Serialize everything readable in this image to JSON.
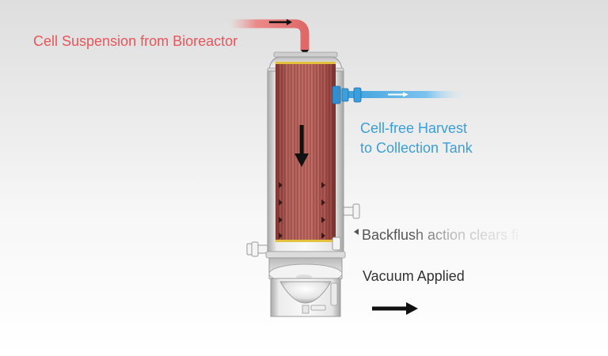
{
  "labels": {
    "inlet": "Cell Suspension from Bioreactor",
    "harvest_line1": "Cell-free Harvest",
    "harvest_line2": "to Collection Tank",
    "backflush": "Backflush action clears fi",
    "vacuum": "Vacuum Applied"
  },
  "colors": {
    "inlet_text": "#e8565a",
    "harvest_text": "#3a9fd8",
    "backflush_text": "#555555",
    "vacuum_text": "#333333",
    "inlet_pipe": "#e77777",
    "outlet_pipe": "#4aa8e2",
    "fiber_bundle": "#a44b48",
    "vessel_wall": "#d8d8d8",
    "fiber_endcap": "#e2c23a",
    "flow_arrow": "#111111"
  },
  "icons": {
    "inlet_flow": "arrow-right-icon",
    "down_flow": "arrow-down-icon",
    "harvest_flow": "arrow-right-icon",
    "vacuum_flow": "arrow-right-icon",
    "backflush_pointer": "triangle-left-icon"
  }
}
